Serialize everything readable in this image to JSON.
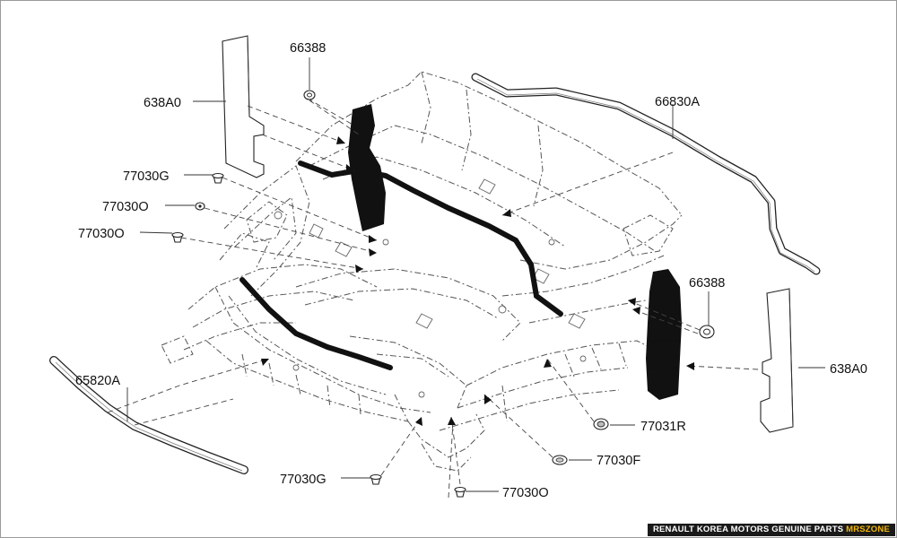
{
  "parts": [
    {
      "id": "pad-left",
      "label": "638A0"
    },
    {
      "id": "grommet-top",
      "label": "66388"
    },
    {
      "id": "seal-cowl",
      "label": "66830A"
    },
    {
      "id": "clip-g-left",
      "label": "77030G"
    },
    {
      "id": "clip-o-a",
      "label": "77030O"
    },
    {
      "id": "clip-o-b",
      "label": "77030O"
    },
    {
      "id": "grommet-right",
      "label": "66388"
    },
    {
      "id": "pad-right",
      "label": "638A0"
    },
    {
      "id": "seal-front",
      "label": "65820A"
    },
    {
      "id": "clip-r",
      "label": "77031R"
    },
    {
      "id": "clip-f",
      "label": "77030F"
    },
    {
      "id": "clip-g-bottom",
      "label": "77030G"
    },
    {
      "id": "clip-o-bottom",
      "label": "77030O"
    }
  ],
  "footer": {
    "text": "RENAULT KOREA MOTORS GENUINE PARTS",
    "brand": "MRSZONE"
  },
  "colors": {
    "line": "#333333",
    "seal": "#111111",
    "footer_bg": "#1a1a1a",
    "footer_brand": "#f2b705"
  }
}
